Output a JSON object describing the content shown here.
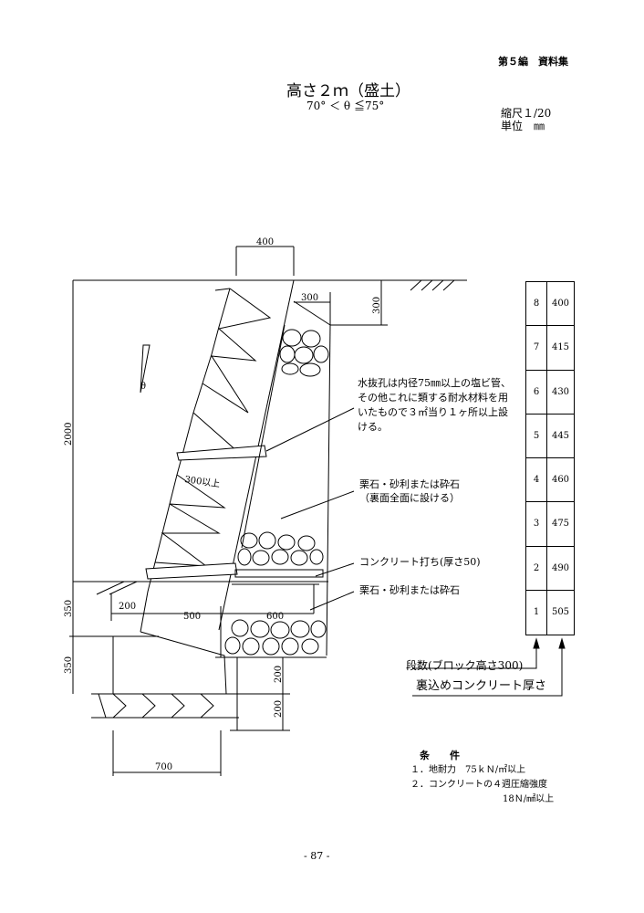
{
  "header": {
    "section": "第５編　資料集"
  },
  "title": {
    "main": "高さ２ｍ（盛土）",
    "sub": "70° ＜ θ ≦75°"
  },
  "scale": {
    "ratio": "縮尺１/20",
    "unit": "単位　㎜"
  },
  "dims": {
    "top_width": "400",
    "fill_width": "300",
    "fill_height": "300",
    "total_height": "2000",
    "step": "300以上",
    "theta": "θ",
    "embed_350_a": "350",
    "embed_350_b": "350",
    "toe_200": "200",
    "base_500": "500",
    "base_600": "600",
    "base_200_a": "200",
    "base_200_b": "200",
    "foundation_700": "700"
  },
  "notes": {
    "drain_pipe": [
      "水抜孔は内径75㎜以上の塩ビ管、",
      "その他これに類する耐水材料を用",
      "いたもので３㎡当り１ヶ所以上設",
      "ける。"
    ],
    "gravel_top": [
      "栗石・砂利または砕石",
      "（裏面全面に設ける）"
    ],
    "concrete": "コンクリート打ち(厚さ50)",
    "gravel_bottom": "栗石・砂利または砕石"
  },
  "table": {
    "rows": [
      {
        "step": "8",
        "thickness": "400"
      },
      {
        "step": "7",
        "thickness": "415"
      },
      {
        "step": "6",
        "thickness": "430"
      },
      {
        "step": "5",
        "thickness": "445"
      },
      {
        "step": "4",
        "thickness": "460"
      },
      {
        "step": "3",
        "thickness": "475"
      },
      {
        "step": "2",
        "thickness": "490"
      },
      {
        "step": "1",
        "thickness": "505"
      }
    ],
    "label_steps": "段数(ブロック高さ300)",
    "label_backfill": "裏込めコンクリート厚さ"
  },
  "conditions": {
    "title": "条　　件",
    "items": [
      "１．地耐力　75ｋＮ/㎡以上",
      "２．コンクリートの４週圧縮強度"
    ],
    "item2_value": "18Ｎ/㎟以上"
  },
  "page_number": "- 87 -"
}
